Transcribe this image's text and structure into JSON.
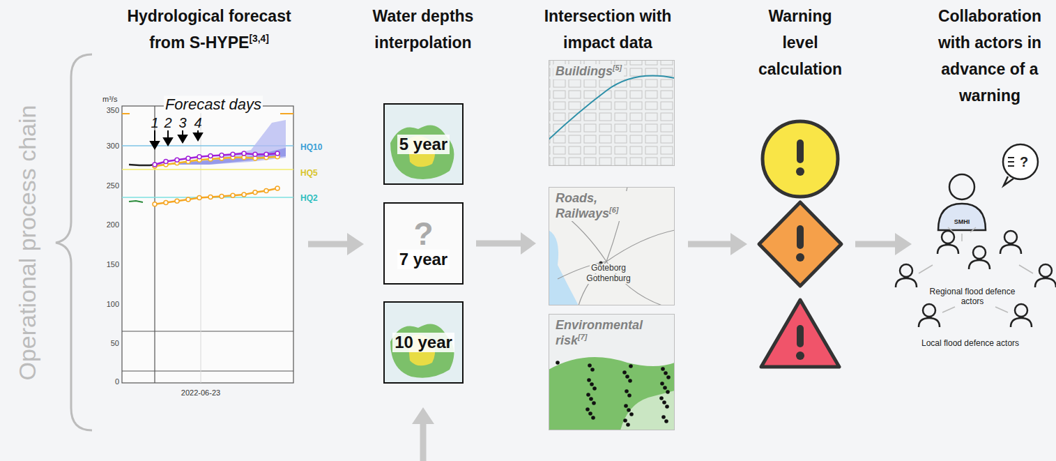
{
  "diagram": {
    "nodes": [
      {
        "text": [
          "5 year"
        ]
      },
      {
        "text": [
          "?",
          "7 year"
        ]
      },
      {
        "text": [
          "10 year"
        ]
      },
      {
        "text": [
          "Buildings",
          "[5]"
        ]
      },
      {
        "text": [
          "Roads, Railways",
          "[6]"
        ]
      },
      {
        "text": [
          "Environmental risk",
          "[7]"
        ]
      }
    ],
    "edges": [
      {
        "from": 1,
        "to": 4,
        "arrow": "to"
      }
    ],
    "labels": [
      "Operational process chain",
      "Hydrological forecast from S-HYPE",
      "[3,4]",
      "Water depths interpolation",
      "Intersection with impact data",
      "Warning level calculation",
      "Collaboration with actors in advance of a warning",
      "m³/s",
      "350",
      "300",
      "250",
      "200",
      "150",
      "100",
      "50",
      "0",
      "Forecast days",
      "1",
      "2",
      "3",
      "4",
      "HQ10",
      "HQ5",
      "HQ2",
      "2022-06-23",
      "Göteborg",
      "Gothenburg",
      "SMHI",
      "Regional flood defence actors",
      "Local flood defence actors",
      "?"
    ]
  }
}
